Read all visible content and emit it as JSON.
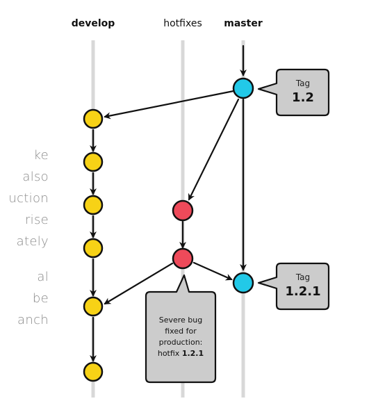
{
  "columns": {
    "develop": "develop",
    "hotfixes": "hotfixes",
    "master": "master"
  },
  "side_text": {
    "lines_a": [
      "ke",
      "also",
      "uction",
      "rise",
      "ately"
    ],
    "lines_b": [
      "al",
      "be",
      "anch"
    ]
  },
  "tags": [
    {
      "label": "Tag",
      "version": "1.2"
    },
    {
      "label": "Tag",
      "version": "1.2.1"
    }
  ],
  "note": {
    "lines": [
      "Severe bug",
      "fixed for",
      "production:"
    ],
    "last_prefix": "hotfix",
    "last_version": "1.2.1"
  },
  "colors": {
    "develop_commit": "#f7d216",
    "hotfix_commit": "#ee4a5a",
    "master_commit": "#22c9e8",
    "lane_line": "#d8d8d8",
    "callout_fill": "#cccccc"
  }
}
